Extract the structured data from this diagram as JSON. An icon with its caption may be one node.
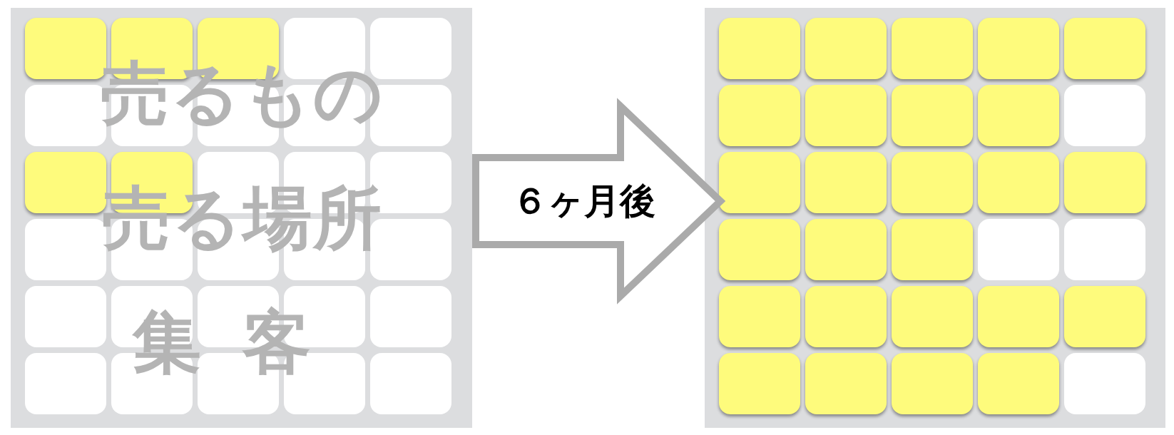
{
  "diagram": {
    "nodes": [
      {
        "text": [],
        "shape": "box"
      },
      {
        "text": [],
        "shape": "note",
        "in": 0
      },
      {
        "text": [],
        "shape": "note",
        "in": 0
      },
      {
        "text": [],
        "shape": "note",
        "in": 0
      },
      {
        "text": [],
        "shape": "box",
        "in": 0
      },
      {
        "text": [],
        "shape": "box",
        "in": 0
      },
      {
        "text": [],
        "shape": "box",
        "in": 0
      },
      {
        "text": [],
        "shape": "box",
        "in": 0
      },
      {
        "text": [],
        "shape": "box",
        "in": 0
      },
      {
        "text": [],
        "shape": "box",
        "in": 0
      },
      {
        "text": [],
        "shape": "box",
        "in": 0
      },
      {
        "text": [],
        "shape": "note",
        "in": 0
      },
      {
        "text": [],
        "shape": "note",
        "in": 0
      },
      {
        "text": [],
        "shape": "box",
        "in": 0
      },
      {
        "text": [],
        "shape": "box",
        "in": 0
      },
      {
        "text": [],
        "shape": "box",
        "in": 0
      },
      {
        "text": [],
        "shape": "box",
        "in": 0
      },
      {
        "text": [],
        "shape": "box",
        "in": 0
      },
      {
        "text": [],
        "shape": "box",
        "in": 0
      },
      {
        "text": [],
        "shape": "box",
        "in": 0
      },
      {
        "text": [],
        "shape": "box",
        "in": 0
      },
      {
        "text": [],
        "shape": "box",
        "in": 0
      },
      {
        "text": [],
        "shape": "box",
        "in": 0
      },
      {
        "text": [],
        "shape": "box",
        "in": 0
      },
      {
        "text": [],
        "shape": "box",
        "in": 0
      },
      {
        "text": [],
        "shape": "box",
        "in": 0
      },
      {
        "text": [],
        "shape": "box",
        "in": 0
      },
      {
        "text": [],
        "shape": "box",
        "in": 0
      },
      {
        "text": [],
        "shape": "box",
        "in": 0
      },
      {
        "text": [],
        "shape": "box",
        "in": 0
      },
      {
        "text": [],
        "shape": "box",
        "in": 0
      },
      {
        "text": [],
        "shape": "box"
      },
      {
        "text": [],
        "shape": "note",
        "in": 31
      },
      {
        "text": [],
        "shape": "note",
        "in": 31
      },
      {
        "text": [],
        "shape": "note",
        "in": 31
      },
      {
        "text": [],
        "shape": "note",
        "in": 31
      },
      {
        "text": [],
        "shape": "note",
        "in": 31
      },
      {
        "text": [],
        "shape": "note",
        "in": 31
      },
      {
        "text": [],
        "shape": "note",
        "in": 31
      },
      {
        "text": [],
        "shape": "note",
        "in": 31
      },
      {
        "text": [],
        "shape": "note",
        "in": 31
      },
      {
        "text": [],
        "shape": "box",
        "in": 31
      },
      {
        "text": [],
        "shape": "note",
        "in": 31
      },
      {
        "text": [],
        "shape": "note",
        "in": 31
      },
      {
        "text": [],
        "shape": "note",
        "in": 31
      },
      {
        "text": [],
        "shape": "note",
        "in": 31
      },
      {
        "text": [],
        "shape": "note",
        "in": 31
      },
      {
        "text": [],
        "shape": "note",
        "in": 31
      },
      {
        "text": [],
        "shape": "note",
        "in": 31
      },
      {
        "text": [],
        "shape": "note",
        "in": 31
      },
      {
        "text": [],
        "shape": "box",
        "in": 31
      },
      {
        "text": [],
        "shape": "box",
        "in": 31
      },
      {
        "text": [],
        "shape": "note",
        "in": 31
      },
      {
        "text": [],
        "shape": "note",
        "in": 31
      },
      {
        "text": [],
        "shape": "note",
        "in": 31
      },
      {
        "text": [],
        "shape": "note",
        "in": 31
      },
      {
        "text": [],
        "shape": "note",
        "in": 31
      },
      {
        "text": [],
        "shape": "note",
        "in": 31
      },
      {
        "text": [],
        "shape": "note",
        "in": 31
      },
      {
        "text": [],
        "shape": "note",
        "in": 31
      },
      {
        "text": [],
        "shape": "note",
        "in": 31
      },
      {
        "text": [],
        "shape": "box",
        "in": 31
      }
    ],
    "edges": [
      {
        "from": 0,
        "to": 31,
        "arrow": "to",
        "label": "６ヶ月後"
      }
    ],
    "labels": [
      "売るもの",
      "売る場所",
      "集客"
    ]
  }
}
